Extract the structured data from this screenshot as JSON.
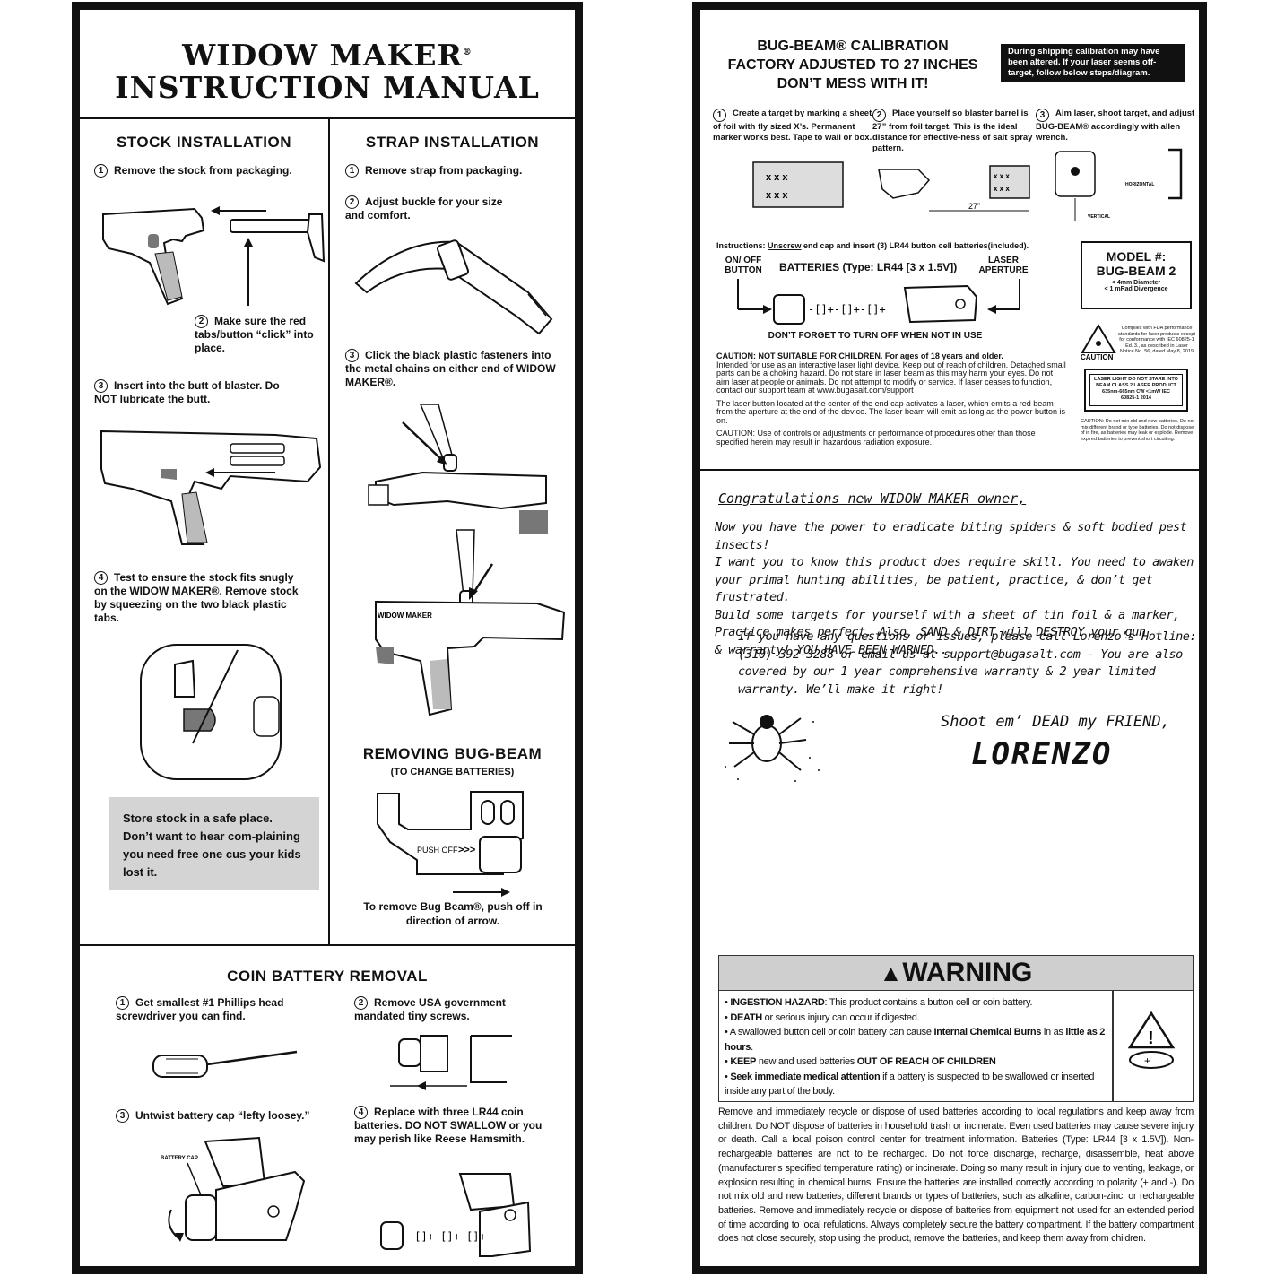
{
  "left": {
    "title_line1": "WIDOW MAKER",
    "title_reg": "®",
    "title_line2": "INSTRUCTION MANUAL",
    "stock": {
      "heading": "STOCK INSTALLATION",
      "steps": [
        {
          "num": "1",
          "text": "Remove the stock from packaging."
        },
        {
          "num": "2",
          "text": "Make sure the red tabs/button “click” into place."
        },
        {
          "num": "3",
          "text": "Insert into the butt of blaster. Do NOT lubricate the butt."
        },
        {
          "num": "4",
          "text": "Test to ensure the stock fits snugly on the WIDOW MAKER®. Remove stock by squeezing on the two black plastic tabs."
        }
      ],
      "note": "Store stock in a safe place. Don’t want to hear com-plaining you need free one cus your kids lost it."
    },
    "strap": {
      "heading": "STRAP INSTALLATION",
      "steps": [
        {
          "num": "1",
          "text": "Remove strap from packaging."
        },
        {
          "num": "2",
          "text": "Adjust buckle for your size and comfort."
        },
        {
          "num": "3",
          "text": "Click the black plastic fasteners into the metal chains on either end of WIDOW MAKER®."
        }
      ]
    },
    "bugbeam": {
      "heading": "REMOVING BUG-BEAM",
      "subheading": "(TO CHANGE BATTERIES)",
      "push_label": "PUSH OFF",
      "caption": "To remove Bug Beam®, push off in direction of arrow."
    },
    "coin": {
      "heading": "COIN BATTERY REMOVAL",
      "steps": [
        {
          "num": "1",
          "text": "Get smallest #1 Phillips head screwdriver you can find."
        },
        {
          "num": "2",
          "text": "Remove USA government mandated tiny screws."
        },
        {
          "num": "3",
          "text": "Untwist battery cap “lefty loosey.”"
        },
        {
          "num": "4",
          "text": "Replace with three LR44 coin batteries. DO NOT SWALLOW or you may perish like Reese Hamsmith."
        }
      ],
      "battery_cap_label": "BATTERY CAP"
    },
    "logo_text": "WIDOW MAKER"
  },
  "right": {
    "calib": {
      "title": "BUG-BEAM® CALIBRATION FACTORY ADJUSTED TO 27 INCHES DON’T MESS WITH IT!",
      "title_l1": "BUG-BEAM® CALIBRATION",
      "title_l2": "FACTORY ADJUSTED TO 27 INCHES",
      "title_l3": "DON’T MESS WITH IT!",
      "notice": "During shipping calibration may have been altered. If your laser seems off-target, follow below steps/diagram.",
      "steps": [
        {
          "num": "1",
          "text": "Create a target by marking a sheet of foil with fly sized X’s. Permanent marker works best. Tape to wall or box."
        },
        {
          "num": "2",
          "text": "Place yourself so blaster barrel is 27” from foil target. This is the ideal distance for effective-ness of salt spray pattern."
        },
        {
          "num": "3",
          "text": "Aim laser, shoot target, and adjust BUG-BEAM® accordingly with allen wrench."
        }
      ],
      "distance_label": "27”",
      "horizontal_label": "HORIZONTAL",
      "vertical_label": "VERTICAL"
    },
    "batteries": {
      "instructions_prefix": "Instructions: ",
      "instructions_unscrew": "Unscrew",
      "instructions_rest": " end cap and insert (3) LR44 button cell batteries(included).",
      "onoff_label": "ON/ OFF BUTTON",
      "batteries_label": "BATTERIES (Type: LR44 [3 x 1.5V])",
      "laser_label": "LASER APERTURE",
      "reminder": "DON’T FORGET TO TURN OFF WHEN NOT IN USE"
    },
    "model": {
      "label": "MODEL #:",
      "name": "BUG-BEAM 2",
      "spec1": "< 4mm Diameter",
      "spec2": "< 1 mRad Divergence"
    },
    "caution1": {
      "head": "CAUTION: NOT SUITABLE FOR CHILDREN. For ages of 18 years and older.",
      "body": "Intended for use as an interactive laser light device. Keep out of reach of children. Detached small parts can be a choking hazard. Do not stare in laser beam as this may harm your eyes. Do not aim laser at people or animals. Do not attempt to modify or service. If laser ceases to function, contact our support team at www.bugasalt.com/support",
      "laser_note": "The laser button located at the center of the end cap activates a laser, which emits a red beam from the aperture at the end of the device. The laser beam will emit as long as the power button is on.",
      "controls": "CAUTION: Use of controls or adjustments or performance of procedures other than those specified herein may result in hazardous radiation exposure."
    },
    "compliance": "Complies with FDA performance standards for laser products except for conformance with IEC 60825-1 Ed. 3., as described in Laser Notice No. 56, dated May 8, 2019",
    "caution_icon_label": "CAUTION",
    "laser_label_box": "LASER LIGHT DO NOT STARE INTO BEAM CLASS 2 LASER PRODUCT 635nm-665nm CW <1mW IEC 60825-1 2014",
    "battery_caution": "CAUTION: Do not mix old and new batteries. Do not mix different brand or type batteries. Do not dispose of in fire, as batteries may leak or explode. Remove expired batteries to prevent short circuiting.",
    "letter": {
      "greeting": "Congratulations new WIDOW MAKER owner,",
      "lines": [
        "Now you have the power to eradicate biting spiders & soft bodied pest insects!",
        "I want you to know this product does require skill. You need to awaken",
        "your primal hunting abilities, be patient, practice, & don’t get frustrated.",
        "Build some targets for yourself with a sheet of tin foil & a marker,",
        "Practice makes perfect. Also, SAND & DIRT will DESTROY your gun",
        "& warranty! YOU HAVE BEEN WARNED..."
      ],
      "para2": [
        "If you have any questions or issues, please call Lorenzo’s Hotline:",
        "(310) 392-3288 or email us at support@bugasalt.com - You are also",
        "covered by our 1 year comprehensive warranty & 2 year limited",
        "warranty. We’ll make it right!"
      ],
      "signoff": "Shoot em’ DEAD my FRIEND,",
      "signature": "LORENZO"
    },
    "warning": {
      "title": "WARNING",
      "bullets": [
        {
          "bold": "INGESTION HAZARD",
          "text": ": This product contains a button cell or coin battery."
        },
        {
          "bold": "DEATH",
          "text": " or serious injury can occur if digested."
        },
        {
          "bold": "",
          "text": "A swallowed button cell or coin battery can cause ",
          "bold2": "Internal Chemical Burns",
          "text2": " in as ",
          "bold3": "little as 2 hours",
          "text3": "."
        },
        {
          "bold": "KEEP",
          "text": " new and used batteries ",
          "bold2": "OUT OF REACH OF CHILDREN",
          "text2": ""
        },
        {
          "bold": "Seek immediate medical attention",
          "text": " if a battery is suspected to be swallowed or inserted inside any part of the body."
        }
      ],
      "disposal": "Remove and immediately recycle or dispose of used batteries according to local regulations and keep away from children. Do NOT dispose of batteries in household trash or incinerate. Even used batteries may cause severe injury or death. Call a local poison control center for treatment information. Batteries (Type: LR44 [3 x 1.5V]). Non-rechargeable batteries are not to be recharged. Do not force discharge, recharge, disassemble, heat above (manufacturer’s specified temperature rating) or incinerate. Doing so many result in injury due to venting, leakage, or explosion resulting in chemical burns. Ensure the batteries are installed correctly according to polarity (+ and -). Do not mix old and new batteries, different brands or types of batteries, such as alkaline, carbon-zinc, or rechargeable batteries. Remove and immediately recycle or dispose of batteries from equipment not used for an extended period of time according to local refulations. Always completely secure the battery compartment. If the battery compartment does not close securely, stop using the product, remove the batteries, and keep them away from children."
    }
  }
}
